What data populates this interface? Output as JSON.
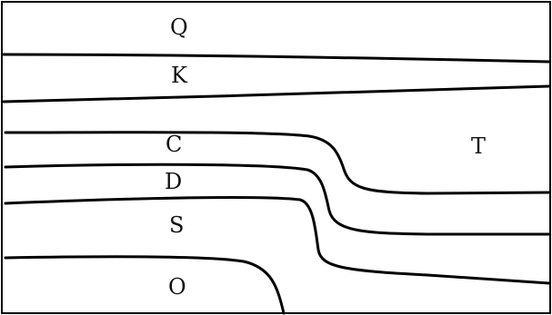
{
  "diagram": {
    "labels": {
      "q": "Q",
      "k": "K",
      "c": "C",
      "d": "D",
      "s": "S",
      "o": "O",
      "t": "T"
    }
  }
}
